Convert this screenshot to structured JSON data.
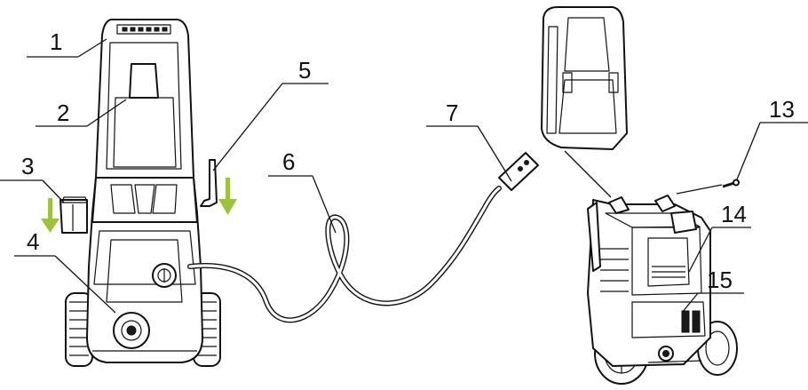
{
  "callouts": [
    {
      "id": "1",
      "label": "1"
    },
    {
      "id": "2",
      "label": "2"
    },
    {
      "id": "3",
      "label": "3"
    },
    {
      "id": "4",
      "label": "4"
    },
    {
      "id": "5",
      "label": "5"
    },
    {
      "id": "6",
      "label": "6"
    },
    {
      "id": "7",
      "label": "7"
    },
    {
      "id": "13",
      "label": "13"
    },
    {
      "id": "14",
      "label": "14"
    },
    {
      "id": "15",
      "label": "15"
    }
  ],
  "colors": {
    "arrow": "#9bc33c",
    "line": "#111111",
    "fill": "#ffffff"
  }
}
